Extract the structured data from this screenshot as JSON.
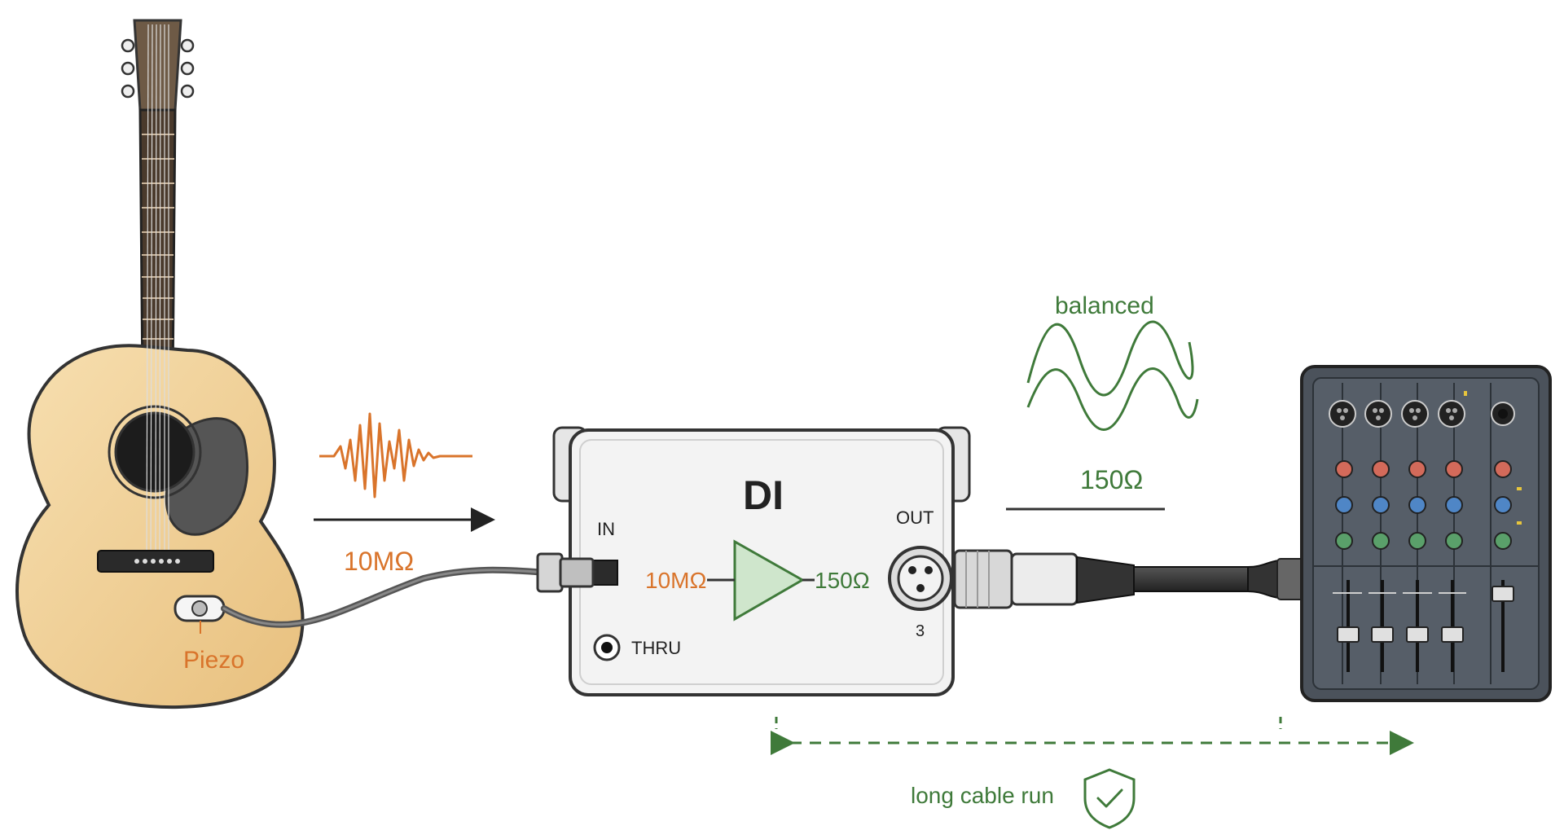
{
  "labels": {
    "piezo": "Piezo",
    "input_impedance": "10MΩ",
    "di_title": "DI",
    "di_in": "IN",
    "di_out": "OUT",
    "di_thru": "THRU",
    "di_amp_in": "10MΩ",
    "di_amp_out": "150Ω",
    "xlr_pin3": "3",
    "balanced": "balanced",
    "output_impedance": "150Ω",
    "long_cable_run": "long cable run"
  },
  "colors": {
    "orange": "#d9742b",
    "green": "#3f7a3a",
    "guitar_body": "#f2d49a",
    "neck": "#8a6a4a",
    "mixer": "#4b525b",
    "di_box": "#f3f3f3"
  },
  "icons": {
    "check": "shield-check-icon"
  }
}
